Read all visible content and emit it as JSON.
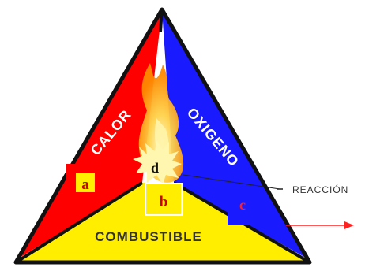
{
  "diagram": {
    "sections": {
      "calor": "CALOR",
      "oxigeno": "OXIGENO",
      "combustible": "COMBUSTIBLE"
    },
    "markers": {
      "a": "a",
      "b": "b",
      "c": "c",
      "d": "d"
    },
    "reaction_label": "REACCIÓN"
  },
  "colors": {
    "calor": "#ff0000",
    "oxigeno": "#1a1aff",
    "combustible": "#ffee00",
    "outline": "#111111",
    "marker_bg": "#ff0000",
    "marker_a_bg": "#ffee00",
    "marker_text": "#cc0000",
    "arrow": "#ff2020"
  }
}
